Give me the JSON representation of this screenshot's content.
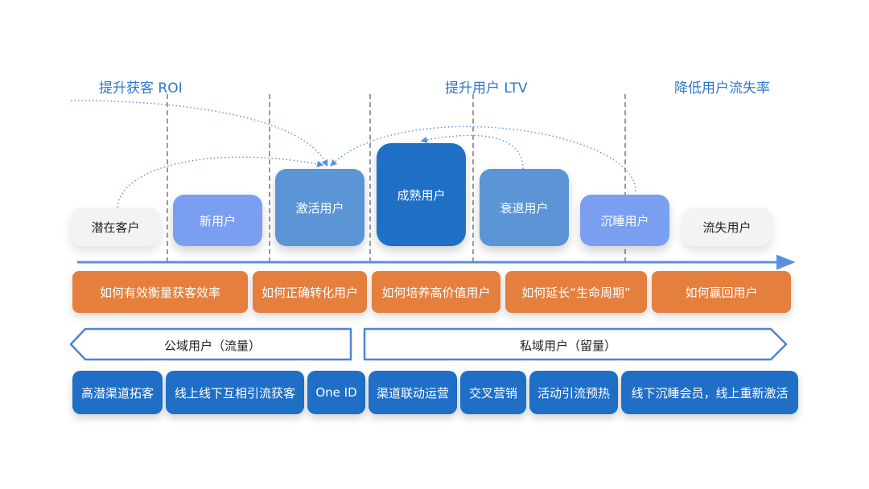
{
  "goals": {
    "roi": "提升获客 ROI",
    "ltv": "提升用户 LTV",
    "churn": "降低用户流失率"
  },
  "stages": [
    {
      "label": "潜在客户"
    },
    {
      "label": "新用户"
    },
    {
      "label": "激活用户"
    },
    {
      "label": "成熟用户"
    },
    {
      "label": "衰退用户"
    },
    {
      "label": "沉睡用户"
    },
    {
      "label": "流失用户"
    }
  ],
  "questions": [
    "如何有效衡量获客效率",
    "如何正确转化用户",
    "如何培养高价值用户",
    "如何延长“生命周期”",
    "如何赢回用户"
  ],
  "domains": {
    "public": "公域用户（流量）",
    "private": "私域用户（留量）"
  },
  "tactics": [
    "高潜渠道拓客",
    "线上线下互相引流获客",
    "One ID",
    "渠道联动运营",
    "交叉营销",
    "活动引流预热",
    "线下沉睡会员，线上重新激活"
  ],
  "colors": {
    "goal_text": "#2e78c7",
    "stage_grey": "#f3f3f3",
    "stage_light": "#7b9ff0",
    "stage_mid": "#5b95d6",
    "stage_dark": "#1f6fc7",
    "question_orange": "#e57f3d",
    "tactic_blue": "#1f6fc7",
    "axis_arrow": "#5b8fe0"
  }
}
